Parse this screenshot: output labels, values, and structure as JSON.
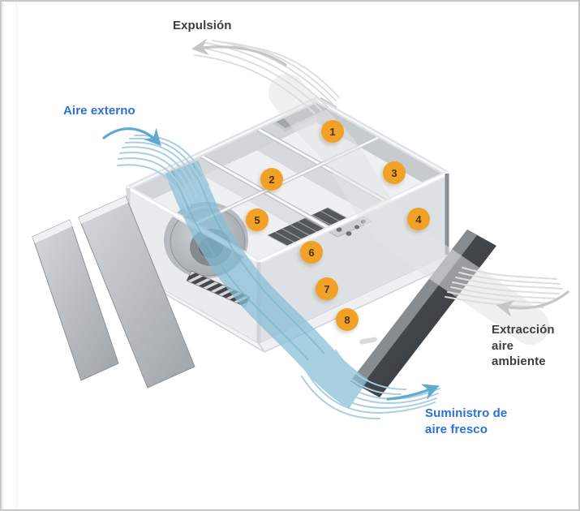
{
  "diagram": {
    "labels": {
      "expulsion": "Expulsión",
      "external_air": "Aire externo",
      "extraction": "Extracción aire\nambiente",
      "supply": "Suministro de\naire fresco"
    },
    "badges": [
      "1",
      "2",
      "3",
      "4",
      "5",
      "6",
      "7",
      "8"
    ],
    "colors": {
      "badge": "#f0a126",
      "badge_number": "#4a3205",
      "blue_label": "#2a72d4",
      "dark_label": "#3d3d3d",
      "flow_blue": "#85bed5",
      "flow_blue_line": "#aacfe0",
      "flow_blue_arrow": "#5fa9d1",
      "flow_gray": "#e3e3e3",
      "flow_gray_line": "#dedede",
      "flow_gray_arrow": "#c6c6c6"
    }
  }
}
